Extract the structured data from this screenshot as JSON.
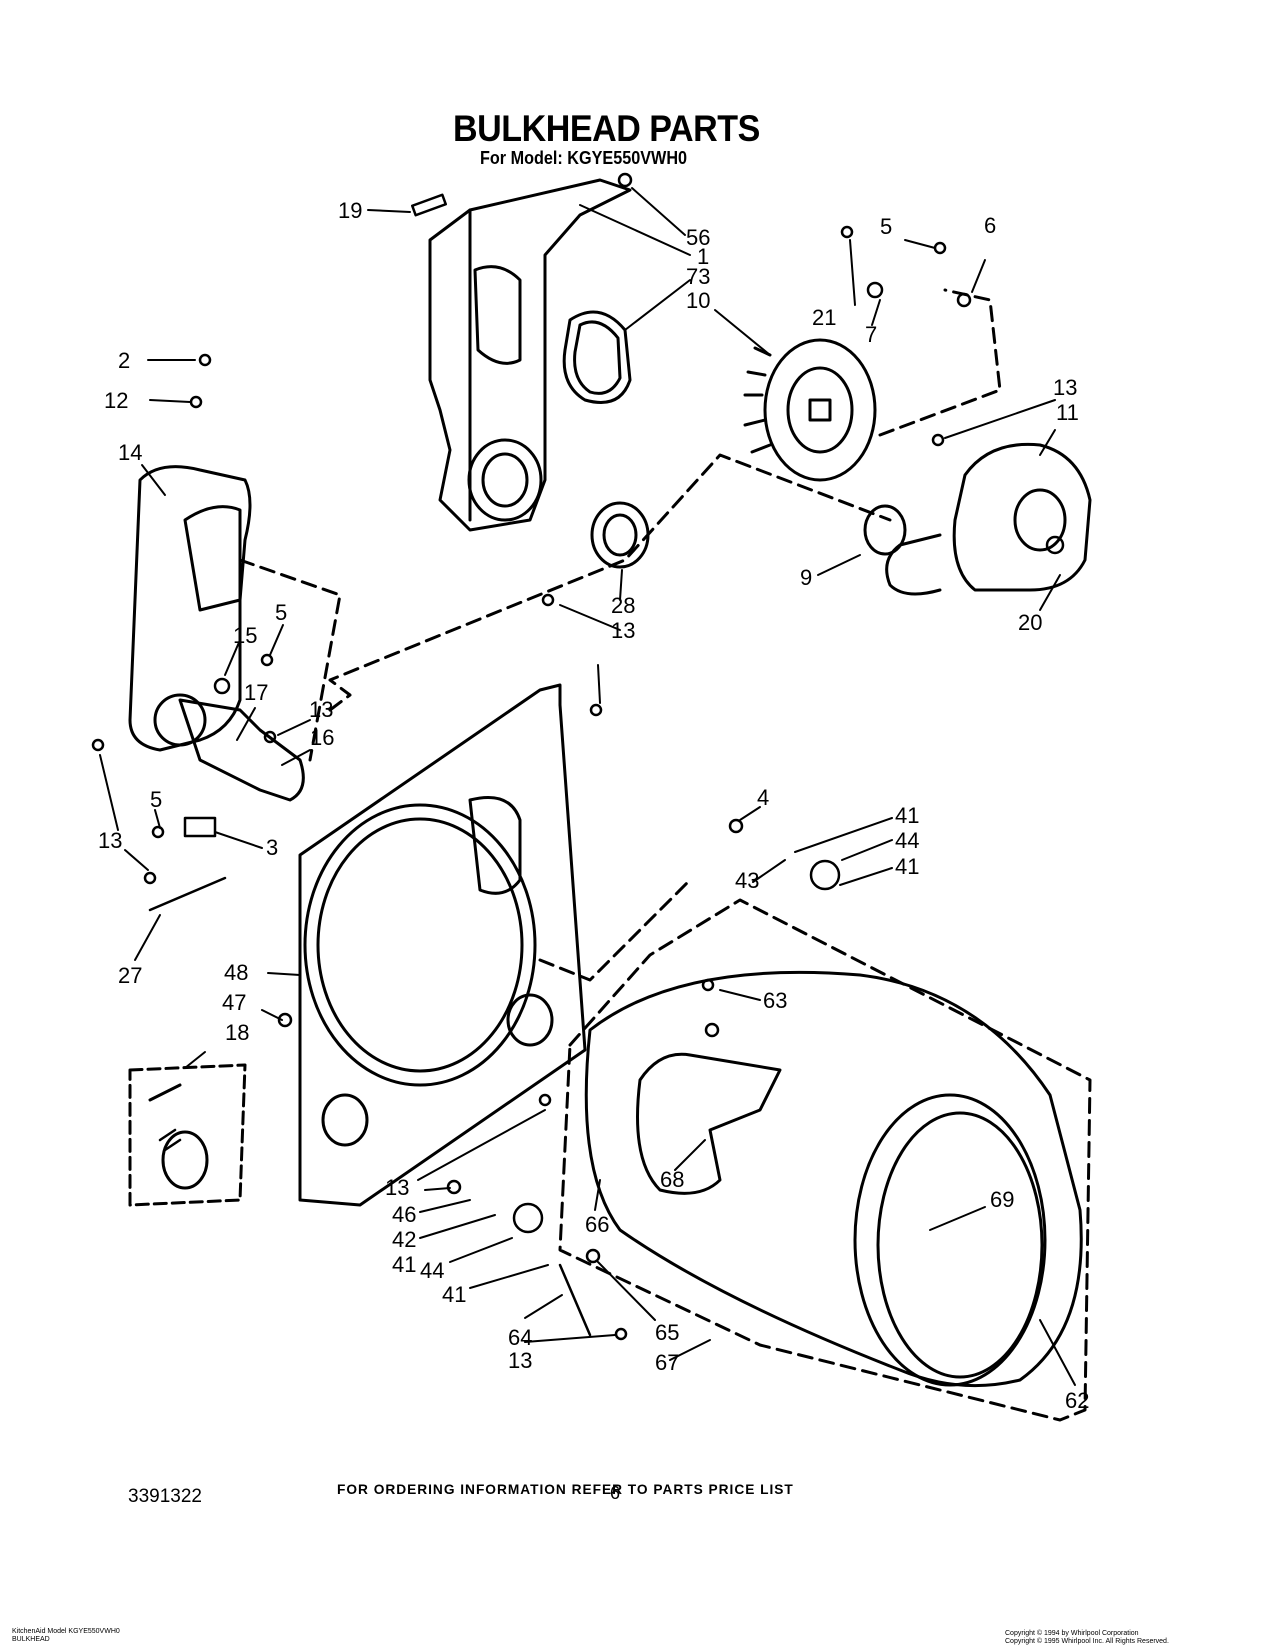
{
  "title": "BULKHEAD PARTS",
  "subtitle": "For Model: KGYE550VWH0",
  "footer_note": "FOR ORDERING INFORMATION REFER TO PARTS PRICE LIST",
  "document_number": "3391322",
  "page_number": "6",
  "bottom_left_lines": [
    "KitchenAid Model KGYE550VWH0",
    "BULKHEAD"
  ],
  "bottom_right_lines": [
    "Copyright © 1994 by Whirlpool Corporation",
    "Copyright © 1995 Whirlpool Inc. All Rights Reserved."
  ],
  "callouts": {
    "c19": "19",
    "c56": "56",
    "c1": "1",
    "c73": "73",
    "c10": "10",
    "c5a": "5",
    "c6": "6",
    "c21": "21",
    "c7": "7",
    "c2": "2",
    "c12": "12",
    "c13a": "13",
    "c11": "11",
    "c14": "14",
    "c9": "9",
    "c20": "20",
    "c28": "28",
    "c13b": "13",
    "c5b": "5",
    "c15": "15",
    "c17": "17",
    "c13c": "13",
    "c16": "16",
    "c5c": "5",
    "c3": "3",
    "c13d": "13",
    "c27": "27",
    "c4": "4",
    "c41a": "41",
    "c44a": "44",
    "c41b": "41",
    "c43": "43",
    "c48": "48",
    "c47": "47",
    "c18": "18",
    "c63": "63",
    "c68": "68",
    "c13e": "13",
    "c46": "46",
    "c42": "42",
    "c41c": "41",
    "c44b": "44",
    "c41d": "41",
    "c66": "66",
    "c69": "69",
    "c64": "64",
    "c65": "65",
    "c13f": "13",
    "c67": "67",
    "c62": "62"
  }
}
